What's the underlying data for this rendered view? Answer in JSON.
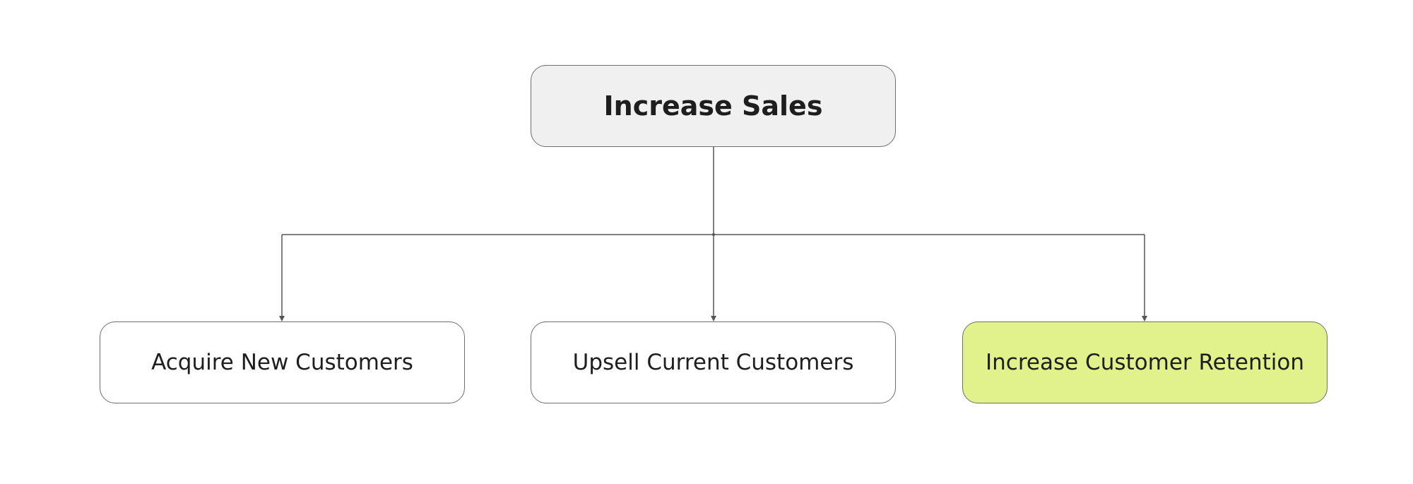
{
  "diagram": {
    "root": {
      "label": "Increase Sales",
      "fill": "#f0f0f0"
    },
    "children": [
      {
        "label": "Acquire New Customers",
        "fill": "#ffffff"
      },
      {
        "label": "Upsell Current Customers",
        "fill": "#ffffff"
      },
      {
        "label": "Increase Customer Retention",
        "fill": "#e1f18c"
      }
    ],
    "colors": {
      "stroke": "#6e6e6e",
      "connector": "#555555",
      "text": "#1e1e1e",
      "background": "#ffffff"
    }
  }
}
